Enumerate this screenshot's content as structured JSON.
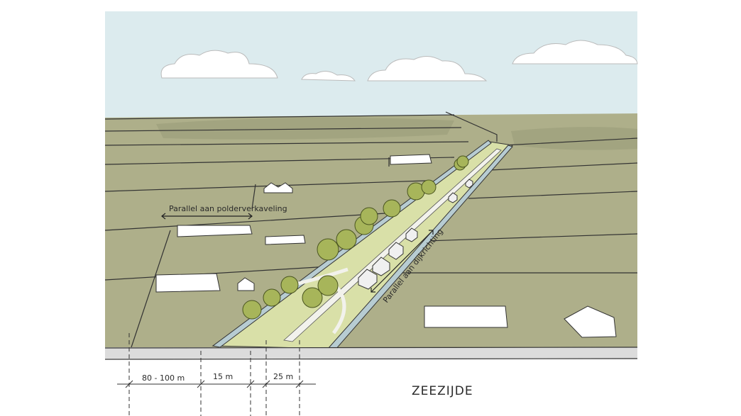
{
  "labels": {
    "polder": "Parallel aan polderverkaveling",
    "dike": "Parallel aan dijkrichting",
    "sea_side": "ZEEZIJDE"
  },
  "dimensions": [
    "80 - 100 m",
    "15 m",
    "25 m"
  ],
  "colors": {
    "sky": "#dcebee",
    "field": "#aeaf8a",
    "field_dark": "#9fa07c",
    "dike_green": "#d9e0a8",
    "tree": "#a7b55a",
    "water": "#b7ccd2",
    "ground": "#dcdcdc"
  }
}
